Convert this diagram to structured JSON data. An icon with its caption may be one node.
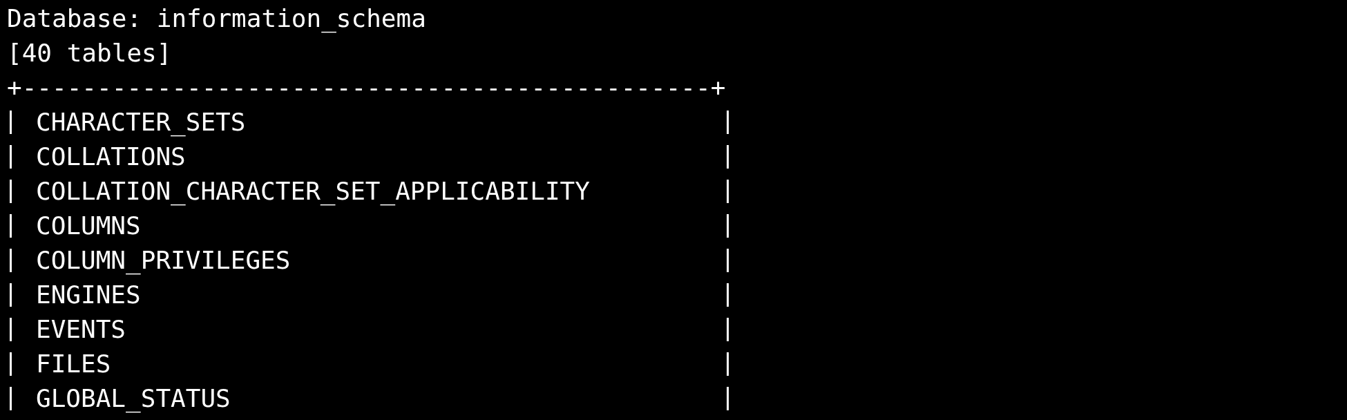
{
  "diagram": {
    "labels": [
      "Database: information_schema",
      "[40 tables]",
      "+----------------------------------------------+",
      "CHARACTER_SETS",
      "COLLATIONS",
      "COLLATION_CHARACTER_SET_APPLICABILITY",
      "COLUMNS",
      "COLUMN_PRIVILEGES",
      "ENGINES",
      "EVENTS",
      "FILES",
      "GLOBAL_STATUS"
    ]
  }
}
